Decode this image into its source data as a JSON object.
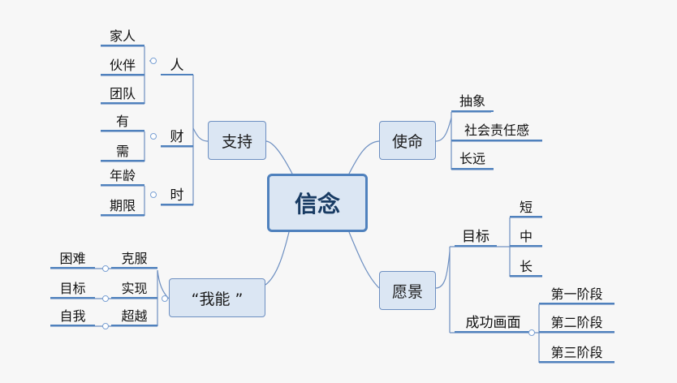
{
  "center": {
    "label": "信念"
  },
  "branches": {
    "support": "支持",
    "mission": "使命",
    "ican": "“我能  ”",
    "vision": "愿景"
  },
  "support": {
    "ren": {
      "label": "人",
      "leaves": [
        "家人",
        "伙伴",
        "团队"
      ]
    },
    "cai": {
      "label": "财",
      "leaves": [
        "有",
        "需"
      ]
    },
    "shi": {
      "label": "时",
      "leaves": [
        "年龄",
        "期限"
      ]
    }
  },
  "mission": {
    "leaves": [
      "抽象",
      "社会责任感",
      "长远"
    ]
  },
  "ican": {
    "pairs": [
      {
        "left": "困难",
        "right": "克服"
      },
      {
        "left": "目标",
        "right": "实现"
      },
      {
        "left": "自我",
        "right": "超越"
      }
    ]
  },
  "vision": {
    "goal": {
      "label": "目标",
      "leaves": [
        "短",
        "中",
        "长"
      ]
    },
    "success": {
      "label": "成功画面",
      "leaves": [
        "第一阶段",
        "第二阶段",
        "第三阶段"
      ]
    }
  }
}
